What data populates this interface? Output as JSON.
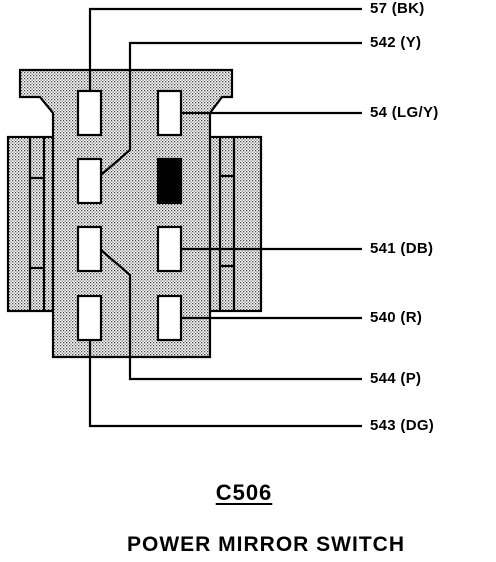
{
  "connector": {
    "id": "C506",
    "title": "POWER MIRROR SWITCH"
  },
  "wires": [
    {
      "label": "57 (BK)"
    },
    {
      "label": "542 (Y)"
    },
    {
      "label": "54 (LG/Y)"
    },
    {
      "label": "541 (DB)"
    },
    {
      "label": "540 (R)"
    },
    {
      "label": "544 (P)"
    },
    {
      "label": "543 (DG)"
    }
  ],
  "colors": {
    "line": "#000000",
    "fill_pattern": "stippled gray",
    "background": "#ffffff"
  }
}
